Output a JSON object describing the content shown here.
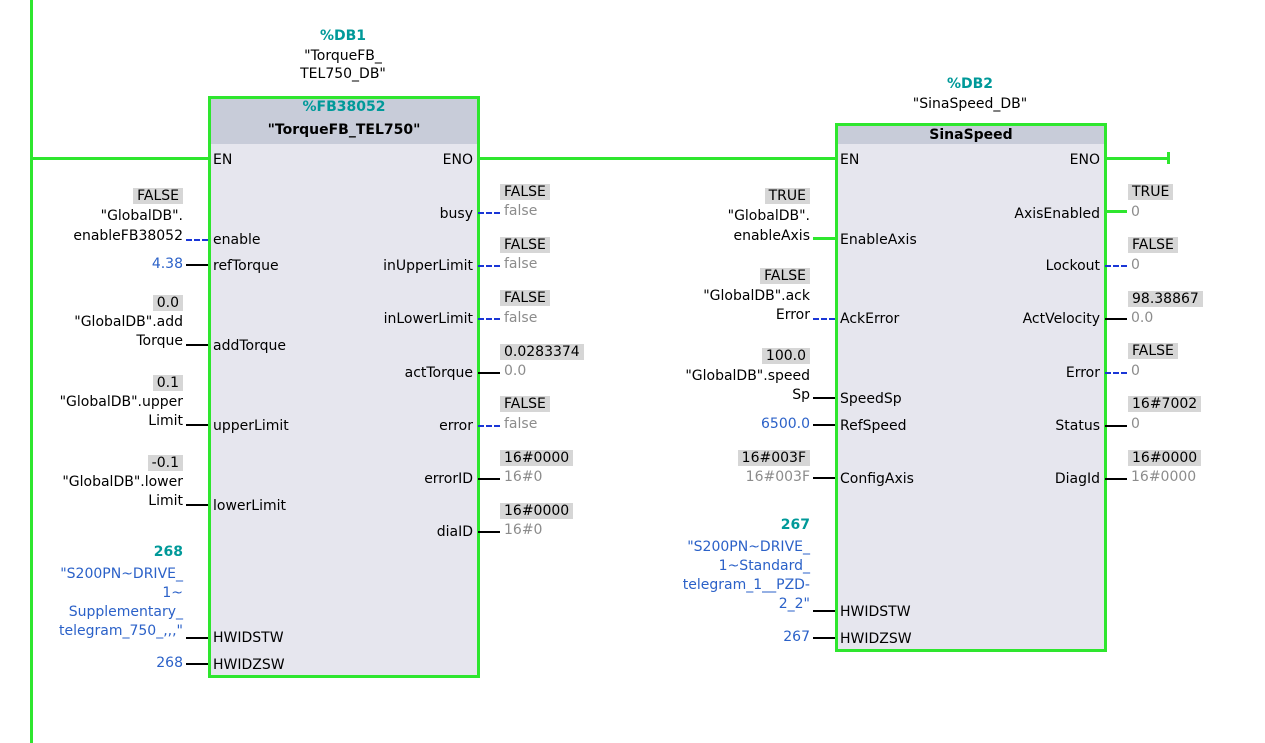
{
  "rail": {},
  "fb1": {
    "db_addr": "%DB1",
    "db_name_1": "\"TorqueFB_",
    "db_name_2": "TEL750_DB\"",
    "fb_addr": "%FB38052",
    "title": "\"TorqueFB_TEL750\"",
    "en": "EN",
    "eno": "ENO",
    "inputs": {
      "enable": {
        "pin": "enable",
        "value": "FALSE",
        "tag1": "\"GlobalDB\".",
        "tag2": "enableFB38052"
      },
      "refTorque": {
        "pin": "refTorque",
        "value": "4.38"
      },
      "addTorque": {
        "pin": "addTorque",
        "value": "0.0",
        "tag1": "\"GlobalDB\".add",
        "tag2": "Torque"
      },
      "upperLimit": {
        "pin": "upperLimit",
        "value": "0.1",
        "tag1": "\"GlobalDB\".upper",
        "tag2": "Limit"
      },
      "lowerLimit": {
        "pin": "lowerLimit",
        "value": "-0.1",
        "tag1": "\"GlobalDB\".lower",
        "tag2": "Limit"
      },
      "hwidstw": {
        "pin": "HWIDSTW",
        "value": "268",
        "tag1": "\"S200PN~DRIVE_",
        "tag2": "1~",
        "tag3": "Supplementary_",
        "tag4": "telegram_750_,,,\""
      },
      "hwidzsw": {
        "pin": "HWIDZSW",
        "value": "268"
      }
    },
    "outputs": {
      "busy": {
        "pin": "busy",
        "value": "FALSE",
        "sub": "false"
      },
      "inUpperLimit": {
        "pin": "inUpperLimit",
        "value": "FALSE",
        "sub": "false"
      },
      "inLowerLimit": {
        "pin": "inLowerLimit",
        "value": "FALSE",
        "sub": "false"
      },
      "actTorque": {
        "pin": "actTorque",
        "value": "0.0283374",
        "sub": "0.0"
      },
      "error": {
        "pin": "error",
        "value": "FALSE",
        "sub": "false"
      },
      "errorID": {
        "pin": "errorID",
        "value": "16#0000",
        "sub": "16#0"
      },
      "diaID": {
        "pin": "diaID",
        "value": "16#0000",
        "sub": "16#0"
      }
    }
  },
  "fb2": {
    "db_addr": "%DB2",
    "db_name": "\"SinaSpeed_DB\"",
    "title": "SinaSpeed",
    "en": "EN",
    "eno": "ENO",
    "inputs": {
      "enableAxis": {
        "pin": "EnableAxis",
        "value": "TRUE",
        "tag1": "\"GlobalDB\".",
        "tag2": "enableAxis"
      },
      "ackError": {
        "pin": "AckError",
        "value": "FALSE",
        "tag1": "\"GlobalDB\".ack",
        "tag2": "Error"
      },
      "speedSp": {
        "pin": "SpeedSp",
        "value": "100.0",
        "tag1": "\"GlobalDB\".speed",
        "tag2": "Sp"
      },
      "refSpeed": {
        "pin": "RefSpeed",
        "value": "6500.0"
      },
      "configAxis": {
        "pin": "ConfigAxis",
        "value": "16#003F",
        "sub": "16#003F"
      },
      "hwidstw": {
        "pin": "HWIDSTW",
        "value": "267",
        "tag1": "\"S200PN~DRIVE_",
        "tag2": "1~Standard_",
        "tag3": "telegram_1__PZD-",
        "tag4": "2_2\""
      },
      "hwidzsw": {
        "pin": "HWIDZSW",
        "value": "267"
      }
    },
    "outputs": {
      "axisEnabled": {
        "pin": "AxisEnabled",
        "value": "TRUE",
        "sub": "0"
      },
      "lockout": {
        "pin": "Lockout",
        "value": "FALSE",
        "sub": "0"
      },
      "actVelocity": {
        "pin": "ActVelocity",
        "value": "98.38867",
        "sub": "0.0"
      },
      "error": {
        "pin": "Error",
        "value": "FALSE",
        "sub": "0"
      },
      "status": {
        "pin": "Status",
        "value": "16#7002",
        "sub": "0"
      },
      "diagId": {
        "pin": "DiagId",
        "value": "16#0000",
        "sub": "16#0000"
      }
    }
  }
}
